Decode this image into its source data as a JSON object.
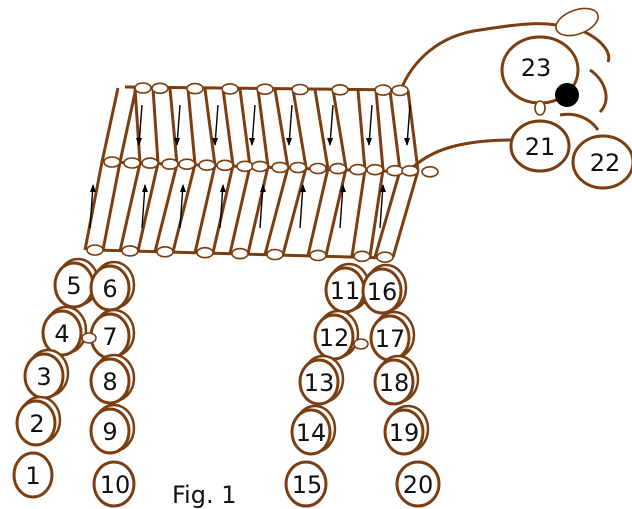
{
  "figure": {
    "caption": "Fig. 1",
    "labels": {
      "b1": "1",
      "b2": "2",
      "b3": "3",
      "b4": "4",
      "b5": "5",
      "b6": "6",
      "b7": "7",
      "b8": "8",
      "b9": "9",
      "b10": "10",
      "b11": "11",
      "b12": "12",
      "b13": "13",
      "b14": "14",
      "b15": "15",
      "b16": "16",
      "b17": "17",
      "b18": "18",
      "b19": "19",
      "b20": "20",
      "b21": "21",
      "b22": "22",
      "b23": "23"
    },
    "colors": {
      "bead_outline": "#7a3e10",
      "eye": "#000000",
      "arrow": "#000000"
    }
  }
}
